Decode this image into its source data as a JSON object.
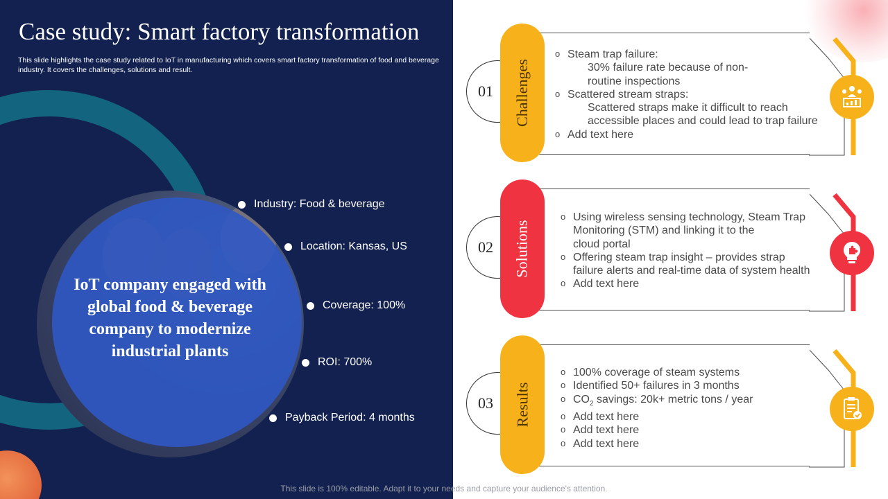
{
  "slide": {
    "title": "Case study: Smart factory transformation",
    "subtitle": "This slide highlights the case study related to IoT in manufacturing which covers smart factory transformation of food and beverage industry. It covers the challenges, solutions and result.",
    "headline": "IoT company engaged with global food & beverage company to modernize industrial plants",
    "footer": "This slide is 100% editable. Adapt it to your needs and capture your audience's attention."
  },
  "facts": [
    {
      "text": "Industry:  Food & beverage"
    },
    {
      "text": "Location: Kansas, US"
    },
    {
      "text": "Coverage: 100%"
    },
    {
      "text": "ROI: 700%"
    },
    {
      "text": "Payback Period: 4 months"
    }
  ],
  "cards": [
    {
      "number": "01",
      "label": "Challenges",
      "accent": "#f7b21b",
      "label_color": "#4a3300",
      "icon": "team-presentation-icon",
      "lines": [
        {
          "text": "Steam trap failure:"
        },
        {
          "text": "30% failure rate because of non-"
        },
        {
          "text": "routine inspections"
        },
        {
          "text": "Scattered stream straps:"
        },
        {
          "text": "Scattered straps make it difficult to reach"
        },
        {
          "text": "accessible places and could lead to trap failure"
        },
        {
          "text": "Add text here"
        }
      ]
    },
    {
      "number": "02",
      "label": "Solutions",
      "accent": "#ef3340",
      "label_color": "#ffffff",
      "icon": "lightbulb-puzzle-icon",
      "lines": [
        {
          "text": "Using wireless sensing technology,  Steam Trap"
        },
        {
          "text": "Monitoring (STM) and linking it to the"
        },
        {
          "text": "cloud portal"
        },
        {
          "text": "Offering steam trap insight – provides strap"
        },
        {
          "text": "failure alerts and real-time data of system health"
        },
        {
          "text": "Add text here"
        }
      ]
    },
    {
      "number": "03",
      "label": "Results",
      "accent": "#f7b21b",
      "label_color": "#4a3300",
      "icon": "report-checklist-icon",
      "lines": [
        {
          "text": "100% coverage of steam systems"
        },
        {
          "text": "Identified 50+ failures in 3 months"
        },
        {
          "text": "savings: 20k+ metric tons / year",
          "prefix": "CO",
          "sub": "2"
        },
        {
          "text": "Add text here"
        },
        {
          "text": "Add text here"
        },
        {
          "text": "Add text here"
        }
      ]
    }
  ]
}
